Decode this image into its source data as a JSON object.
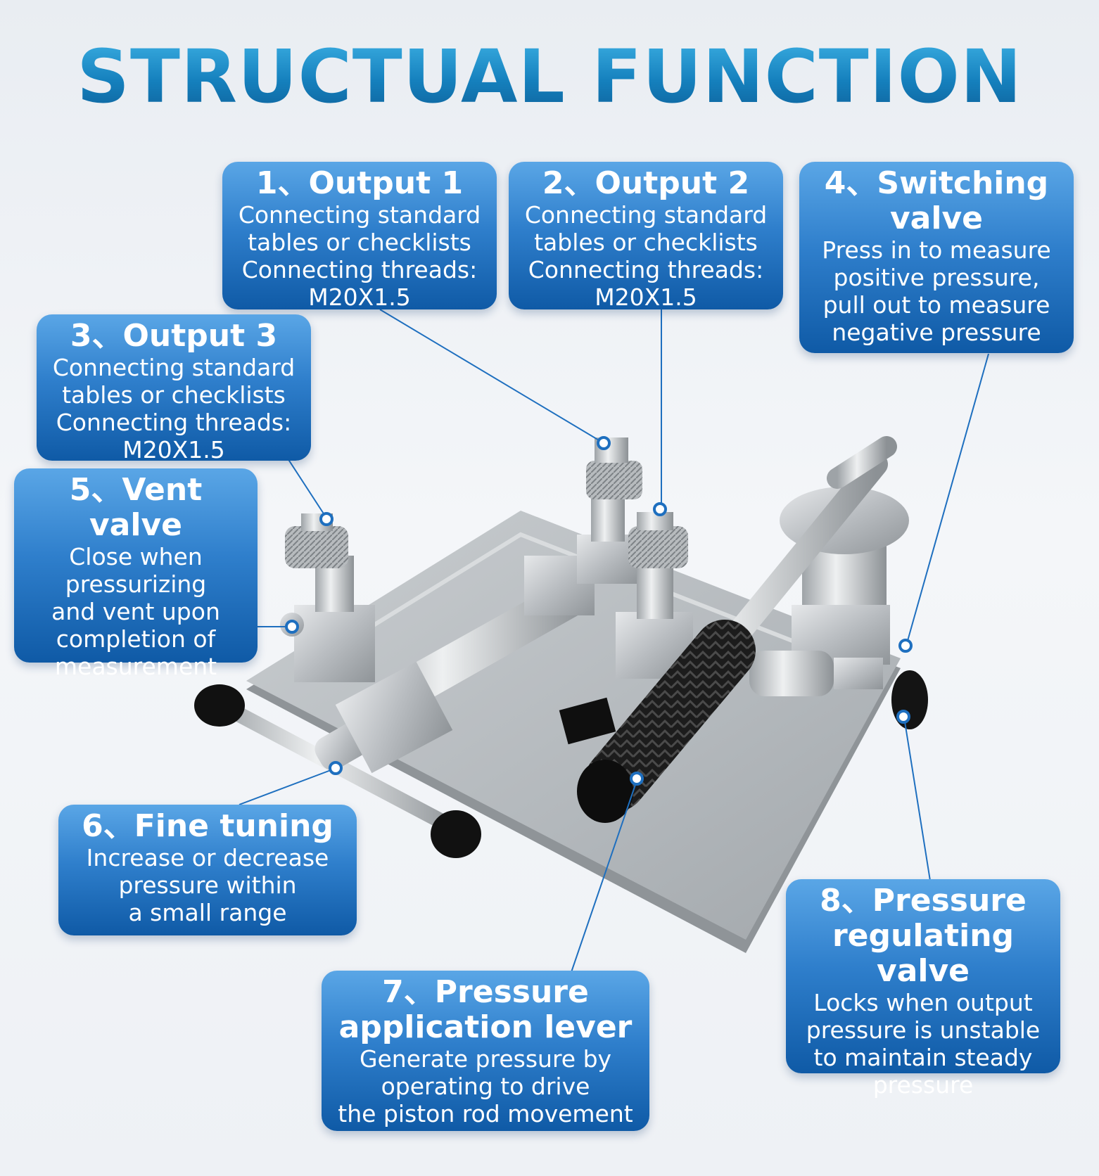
{
  "title": "STRUCTUAL FUNCTION",
  "colors": {
    "title_gradient": [
      "#3fb3e6",
      "#0d5f98"
    ],
    "callout_gradient": [
      "#5aa6e6",
      "#0f5aa6"
    ],
    "leader_line": "#1e6fbf"
  },
  "callouts": [
    {
      "id": "output-1",
      "heading": "1、Output 1",
      "lines": [
        "Connecting standard",
        "tables or checklists",
        "Connecting threads:",
        "M20X1.5"
      ]
    },
    {
      "id": "output-2",
      "heading": "2、Output 2",
      "lines": [
        "Connecting standard",
        "tables or checklists",
        "Connecting threads:",
        "M20X1.5"
      ]
    },
    {
      "id": "output-3",
      "heading": "3、Output 3",
      "lines": [
        "Connecting standard",
        "tables or checklists",
        "Connecting threads:",
        "M20X1.5"
      ]
    },
    {
      "id": "switching-valve",
      "heading_lines": [
        "4、Switching",
        "valve"
      ],
      "lines": [
        "Press in to measure",
        "positive pressure,",
        "pull out to measure",
        "negative pressure"
      ]
    },
    {
      "id": "vent-valve",
      "heading": "5、Vent valve",
      "lines": [
        "Close when",
        "pressurizing",
        "and vent upon",
        "completion of",
        "measurement"
      ]
    },
    {
      "id": "fine-tuning",
      "heading": "6、Fine tuning",
      "lines": [
        "Increase or decrease",
        "pressure within",
        "a small range"
      ]
    },
    {
      "id": "pressure-lever",
      "heading_lines": [
        "7、Pressure",
        "application lever"
      ],
      "lines": [
        "Generate pressure by",
        "operating to drive",
        "the piston rod movement"
      ]
    },
    {
      "id": "regulating-valve",
      "heading_lines": [
        "8、Pressure",
        "regulating valve"
      ],
      "lines": [
        "Locks when output",
        "pressure is unstable",
        "to maintain steady",
        "pressure"
      ]
    }
  ]
}
